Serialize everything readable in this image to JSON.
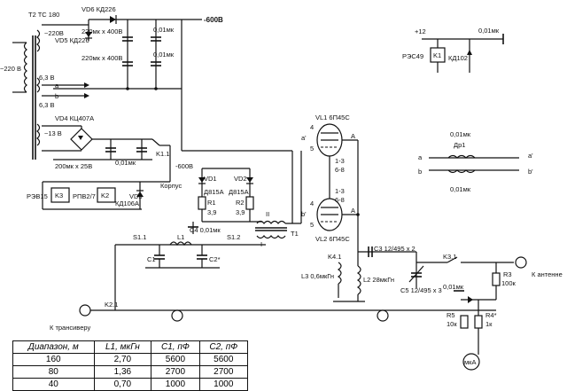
{
  "labels": {
    "t2": "T2 TC 180",
    "vd6": "VD6 КД226",
    "vd5": "VD5 КД226",
    "minus600_top": "-600В",
    "v220_sec": "~220В",
    "v220_main": "~220 В",
    "c_220x400_a": "220мк х 400В",
    "c_220x400_b": "220мк х 400В",
    "c_001_a": "0,01мк",
    "c_001_b": "0,01мк",
    "v63_a": "6,3 В",
    "v63_b": "6,3 В",
    "a": "a",
    "b": "b",
    "vd4": "VD4 КЦ407А",
    "v13": "~13 В",
    "c200x25": "200мк х 25В",
    "c001_c": "0,01мк",
    "k11": "K1.1",
    "minus600_b": "-600В",
    "korpus": "Корпус",
    "rze15": "РЭВ15",
    "k3": "K3",
    "rpv27": "РПВ2/7",
    "k2": "K2",
    "vd3": "VD3",
    "kd106": "КД106А",
    "vd1": "VD1",
    "d815_1": "Д815А",
    "vd2": "VD2",
    "d815_2": "Д815А",
    "r1": "R1",
    "r1v": "3,9",
    "r2": "R2",
    "r2v": "3,9",
    "c4": "C4 0,01мк",
    "vl1": "VL1 6П45С",
    "vl2": "VL2 6П45С",
    "pin_a1": "а'",
    "pin_b1": "b'",
    "pin_A1": "А",
    "pin_A2": "А",
    "pins_13": "1-3",
    "pins_68": "6-8",
    "pins_13b": "1-3",
    "pins_68b": "6-8",
    "pin4": "4",
    "pin5": "5",
    "pin4b": "4",
    "pin5b": "5",
    "t1": "T1",
    "t1_I": "I",
    "t1_II": "II",
    "s11": "S1.1",
    "s12": "S1.2",
    "l1": "L1",
    "c1": "C1",
    "c2": "C2*",
    "c3": "C3 12/495 х 2",
    "k31": "K3.1",
    "k41": "K4.1",
    "l3": "L3 0,6мкГн",
    "l2": "L2 28мкГн",
    "c5": "C5 12/495 х 3",
    "r3": "R3",
    "r3v": "100к",
    "ant": "К антенне",
    "k21": "K2.1",
    "trx": "К трансиверу",
    "r5": "R5",
    "r5v": "10к",
    "r4": "R4*",
    "r4v": "1к",
    "c001_d": "0,01мк",
    "ma": "мкА",
    "plus12": "+12",
    "c001_e": "0,01мк",
    "k1": "K1",
    "rze49": "РЭС49",
    "kd102": "КД102",
    "dr1": "Др1",
    "c001_f": "0,01мк",
    "c001_g": "0,01мк",
    "fa": "a",
    "fb": "b",
    "fa2": "a'",
    "fb2": "b'"
  },
  "table": {
    "headers": [
      "Диапазон, м",
      "L1, мкГн",
      "C1, пФ",
      "C2, пФ"
    ],
    "rows": [
      [
        "160",
        "2,70",
        "5600",
        "5600"
      ],
      [
        "80",
        "1,36",
        "2700",
        "2700"
      ],
      [
        "40",
        "0,70",
        "1000",
        "1000"
      ]
    ]
  }
}
